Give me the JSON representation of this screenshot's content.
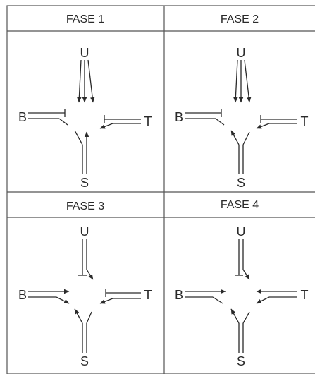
{
  "phases": [
    {
      "title": "FASE 1",
      "labels": {
        "north": "U",
        "west": "B",
        "east": "T",
        "south": "S"
      }
    },
    {
      "title": "FASE 2",
      "labels": {
        "north": "U",
        "west": "B",
        "east": "T",
        "south": "S"
      }
    },
    {
      "title": "FASE 3",
      "labels": {
        "north": "U",
        "west": "B",
        "east": "T",
        "south": "S"
      }
    },
    {
      "title": "FASE 4",
      "labels": {
        "north": "U",
        "west": "B",
        "east": "T",
        "south": "S"
      }
    }
  ]
}
